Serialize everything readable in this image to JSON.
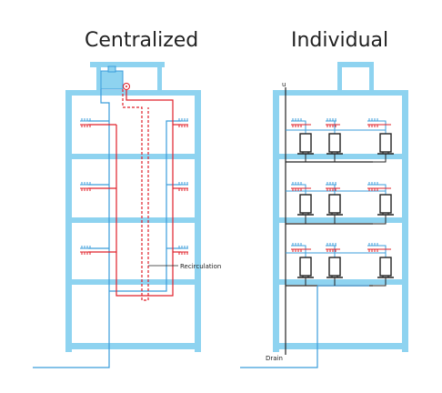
{
  "titles": {
    "left": "Centralized",
    "right": "Individual"
  },
  "labels": {
    "recirculation": "Recirculation",
    "drain": "Drain",
    "riser_mark": "u"
  },
  "colors": {
    "cold_water": "#3b9ddb",
    "hot_water": "#e0202a",
    "building_wall": "#8ed3f0",
    "tank_fill": "#8ed3f0"
  }
}
